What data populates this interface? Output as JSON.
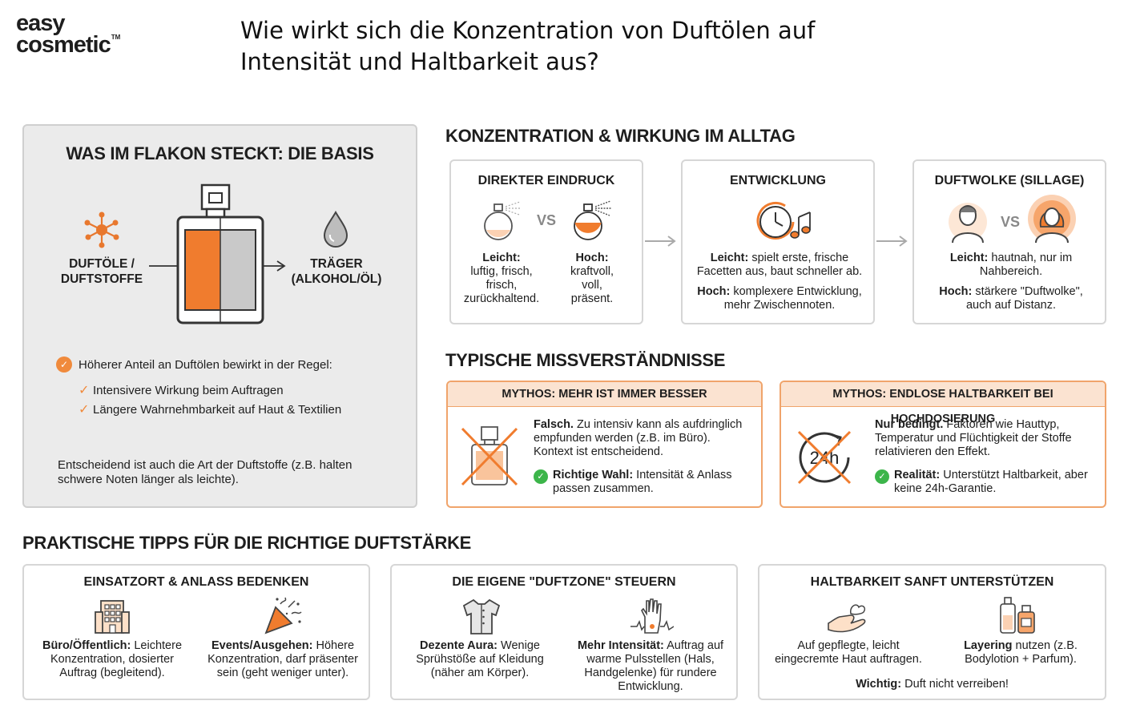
{
  "brand": {
    "line1": "easy",
    "line2": "cosmetic",
    "tm": "TM"
  },
  "title": {
    "line1": "Wie wirkt sich die Konzentration von Duftölen auf",
    "line2": "Intensität und Haltbarkeit aus?"
  },
  "basis": {
    "title": "WAS IM FLAKON STECKT: DIE BASIS",
    "left_label_1": "DUFTÖLE /",
    "left_label_2": "DUFTSTOFFE",
    "right_label_1": "TRÄGER",
    "right_label_2": "(ALKOHOL/ÖL)",
    "lead": "Höherer Anteil an Duftölen bewirkt in der Regel:",
    "bullets": [
      "Intensivere Wirkung beim Auftragen",
      "Längere Wahrnehmbarkeit auf Haut & Textilien"
    ],
    "note_1": "Entscheidend ist auch die Art der Duftstoffe (z.B. halten",
    "note_2": "schwere Noten länger als leichte)."
  },
  "alltag": {
    "title": "KONZENTRATION & WIRKUNG IM ALLTAG",
    "vs": "VS",
    "cards": [
      {
        "title": "DIREKTER EINDRUCK",
        "light_label": "Leicht:",
        "light_lines": [
          "luftig, frisch,",
          "frisch,",
          "zurückhaltend."
        ],
        "high_label": "Hoch:",
        "high_lines": [
          "kraftvoll,",
          "voll,",
          "präsent."
        ]
      },
      {
        "title": "ENTWICKLUNG",
        "light_label": "Leicht:",
        "light_rest": " spielt erste, frische",
        "light_line2": "Facetten aus, baut schneller ab.",
        "high_label": "Hoch:",
        "high_rest": " komplexere Entwicklung,",
        "high_line2": "mehr Zwischennoten."
      },
      {
        "title": "DUFTWOLKE (SILLAGE)",
        "light_label": "Leicht:",
        "light_rest": " hautnah, nur im",
        "light_line2": "Nahbereich.",
        "high_label": "Hoch:",
        "high_rest": " stärkere \"Duftwolke\",",
        "high_line2": "auch auf Distanz."
      }
    ]
  },
  "myths": {
    "title": "TYPISCHE MISSVERSTÄNDNISSE",
    "items": [
      {
        "head": "MYTHOS: MEHR IST IMMER BESSER",
        "bold": "Falsch.",
        "rest1": " Zu intensiv kann als aufdringlich",
        "line2": "empfunden werden (z.B. im Büro).",
        "line3": "Kontext ist entscheidend.",
        "check_bold": "Richtige Wahl:",
        "check_rest": " Intensität & Anlass",
        "check_line2": "passen zusammen."
      },
      {
        "head": "MYTHOS: ENDLOSE HALTBARKEIT BEI HOCHDOSIERUNG",
        "bold": "Nur bedingt.",
        "rest1": " Faktoren wie Hauttyp,",
        "line2": "Temperatur und Flüchtigkeit der Stoffe",
        "line3": "relativieren den Effekt.",
        "check_bold": "Realität:",
        "check_rest": " Unterstützt Haltbarkeit, aber",
        "check_line2": "keine 24h-Garantie.",
        "icon_text": "24h"
      }
    ]
  },
  "tips": {
    "title": "PRAKTISCHE TIPPS FÜR DIE RICHTIGE DUFTSTÄRKE",
    "cards": [
      {
        "title": "EINSATZORT & ANLASS BEDENKEN",
        "a_bold": "Büro/Öffentlich:",
        "a_rest": " Leichtere",
        "a_lines": [
          "Konzentration, dosierter",
          "Auftrag (begleitend)."
        ],
        "b_bold": "Events/Ausgehen:",
        "b_rest": " Höhere",
        "b_lines": [
          "Konzentration, darf präsenter",
          "sein (geht weniger unter)."
        ]
      },
      {
        "title": "DIE EIGENE \"DUFTZONE\" STEUERN",
        "a_bold": "Dezente Aura:",
        "a_rest": " Wenige",
        "a_lines": [
          "Sprühstöße auf Kleidung",
          "(näher am Körper)."
        ],
        "b_bold": "Mehr Intensität:",
        "b_rest": " Auftrag auf",
        "b_lines": [
          "warme Pulsstellen (Hals,",
          "Handgelenke) für rundere",
          "Entwicklung."
        ]
      },
      {
        "title": "HALTBARKEIT SANFT UNTERSTÜTZEN",
        "a_lines": [
          "Auf gepflegte, leicht",
          "eingecremte Haut auftragen."
        ],
        "b_bold": "Layering",
        "b_rest": " nutzen (z.B.",
        "b_lines": [
          "Bodylotion + Parfum)."
        ],
        "note_bold": "Wichtig:",
        "note_rest": " Duft nicht verreiben!"
      }
    ]
  },
  "colors": {
    "accent": "#f07c2e",
    "accent_light": "#fbe3d1",
    "green": "#3cb54a",
    "panel": "#ebebeb"
  }
}
